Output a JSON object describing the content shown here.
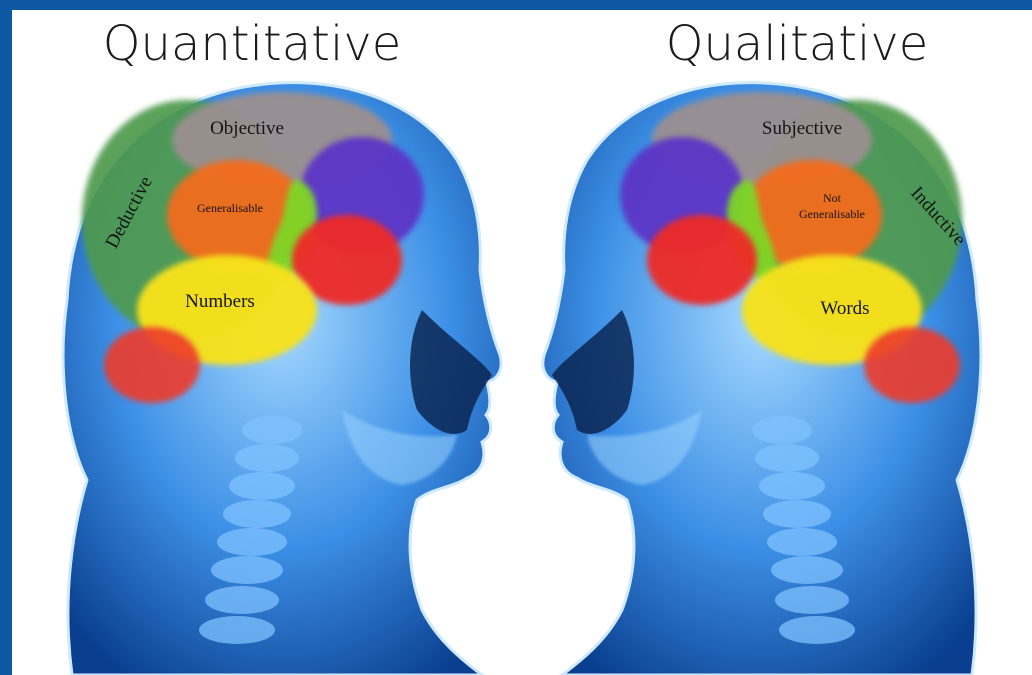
{
  "left_head": {
    "title": "Quantitative",
    "labels": {
      "top": "Objective",
      "side": "Deductive",
      "middle": "Generalisable",
      "bottom": "Numbers"
    }
  },
  "right_head": {
    "title": "Qualitative",
    "labels": {
      "top": "Subjective",
      "side": "Inductive",
      "middle_line1": "Not",
      "middle_line2": "Generalisable",
      "bottom": "Words"
    }
  },
  "colors": {
    "frame": "#0d57a3",
    "skin_blue": "#1f6fd8",
    "skeleton": "#7fc2ff",
    "lobe_green": "#4f9a4d",
    "lobe_grey": "#9b8f8f",
    "lobe_orange": "#f36c1c",
    "lobe_red": "#ee2b25",
    "lobe_yellow": "#f7e21d",
    "lobe_lime": "#7fd625",
    "lobe_purple": "#5b36c6"
  }
}
